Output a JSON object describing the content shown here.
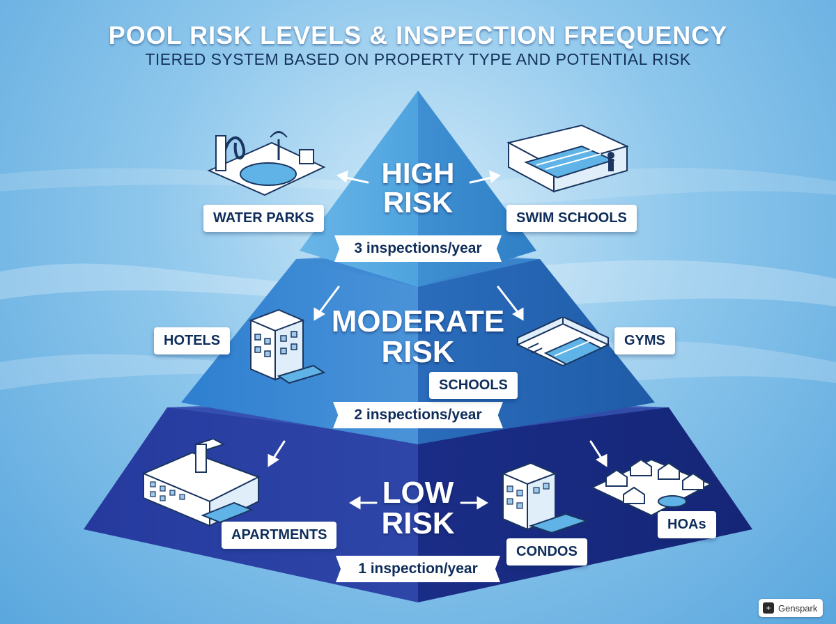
{
  "header": {
    "title": "POOL RISK LEVELS & INSPECTION FREQUENCY",
    "subtitle": "TIERED SYSTEM BASED ON PROPERTY TYPE AND POTENTIAL RISK"
  },
  "tiers": {
    "high": {
      "line1": "HIGH",
      "line2": "RISK",
      "frequency": "3 inspections/year",
      "properties": [
        "WATER PARKS",
        "SWIM SCHOOLS"
      ]
    },
    "moderate": {
      "line1": "MODERATE",
      "line2": "RISK",
      "frequency": "2 inspections/year",
      "properties": [
        "HOTELS",
        "GYMS",
        "SCHOOLS"
      ]
    },
    "low": {
      "line1": "LOW",
      "line2": "RISK",
      "frequency": "1 inspection/year",
      "properties": [
        "APARTMENTS",
        "CONDOS",
        "HOAs"
      ]
    }
  },
  "colors": {
    "high": "#4a9ad6",
    "moderate": "#2f72bf",
    "low": "#1f2f8c"
  },
  "watermark": {
    "label": "Genspark"
  }
}
